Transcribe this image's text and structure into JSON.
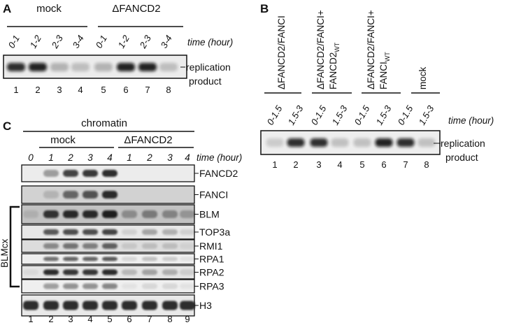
{
  "panel_a": {
    "label": "A",
    "groups": [
      "mock",
      "ΔFANCD2"
    ],
    "time_header": "time (hour)",
    "time_labels": [
      "0-1",
      "1-2",
      "2-3",
      "3-4",
      "0-1",
      "1-2",
      "2-3",
      "3-4"
    ],
    "lane_numbers": [
      "1",
      "2",
      "3",
      "4",
      "5",
      "6",
      "7",
      "8"
    ],
    "band_label_line1": "replication",
    "band_label_line2": "product",
    "band_intensity": [
      0.85,
      0.9,
      0.25,
      0.2,
      0.25,
      0.9,
      0.9,
      0.2
    ]
  },
  "panel_b": {
    "label": "B",
    "groups": [
      {
        "line1": "ΔFANCD2/FANCI",
        "line2": "",
        "sub": ""
      },
      {
        "line1": "ΔFANCD2/FANCI+",
        "line2": "FANCD2",
        "sub": "WT"
      },
      {
        "line1": "ΔFANCD2/FANCI+",
        "line2": "FANCI",
        "sub": "WT"
      },
      {
        "line1": "mock",
        "line2": "",
        "sub": ""
      }
    ],
    "time_header": "time (hour)",
    "time_labels": [
      "0-1.5",
      "1.5-3",
      "0-1.5",
      "1.5-3",
      "0-1.5",
      "1.5-3",
      "0-1.5",
      "1.5-3"
    ],
    "lane_numbers": [
      "1",
      "2",
      "3",
      "4",
      "5",
      "6",
      "7",
      "8"
    ],
    "band_label_line1": "replication",
    "band_label_line2": "product",
    "band_intensity": [
      0.15,
      0.85,
      0.85,
      0.2,
      0.2,
      0.9,
      0.85,
      0.2
    ]
  },
  "panel_c": {
    "label": "C",
    "title": "chromatin",
    "groups": [
      "mock",
      "ΔFANCD2"
    ],
    "time_header": "time (hour)",
    "time_labels": [
      "0",
      "1",
      "2",
      "3",
      "4",
      "1",
      "2",
      "3",
      "4"
    ],
    "lane_numbers": [
      "1",
      "2",
      "3",
      "4",
      "5",
      "6",
      "7",
      "8",
      "9"
    ],
    "bracket_label": "BLMcx",
    "blots": [
      {
        "label": "FANCD2",
        "bg": "#ececec",
        "bands": [
          0,
          0.35,
          0.75,
          0.8,
          0.85,
          0,
          0,
          0,
          0
        ]
      },
      {
        "label": "FANCI",
        "bg": "#d2d2d2",
        "bands": [
          0,
          0.15,
          0.55,
          0.65,
          0.85,
          0,
          0,
          0,
          0
        ]
      },
      {
        "label": "BLM",
        "bg": "#c2c2c2",
        "bands": [
          0.1,
          0.8,
          0.85,
          0.85,
          0.9,
          0.3,
          0.4,
          0.35,
          0.25
        ]
      },
      {
        "label": "TOP3a",
        "bg": "#e8e8e8",
        "bands": [
          0,
          0.65,
          0.7,
          0.7,
          0.75,
          0.1,
          0.3,
          0.25,
          0.1
        ]
      },
      {
        "label": "RMI1",
        "bg": "#dcdcdc",
        "bands": [
          0,
          0.4,
          0.5,
          0.45,
          0.6,
          0.1,
          0.15,
          0.15,
          0.05
        ]
      },
      {
        "label": "RPA1",
        "bg": "#eeeeee",
        "bands": [
          0,
          0.55,
          0.6,
          0.6,
          0.65,
          0.1,
          0.2,
          0.15,
          0.05
        ]
      },
      {
        "label": "RPA2",
        "bg": "#e4e4e4",
        "bands": [
          0.05,
          0.85,
          0.8,
          0.8,
          0.85,
          0.2,
          0.3,
          0.25,
          0.1
        ]
      },
      {
        "label": "RPA3",
        "bg": "#efefef",
        "bands": [
          0,
          0.35,
          0.4,
          0.4,
          0.45,
          0.05,
          0.1,
          0.1,
          0.05
        ]
      },
      {
        "label": "H3",
        "bg": "#e9e9e9",
        "bands": [
          0.85,
          0.85,
          0.85,
          0.85,
          0.85,
          0.85,
          0.85,
          0.85,
          0.85
        ]
      }
    ]
  }
}
